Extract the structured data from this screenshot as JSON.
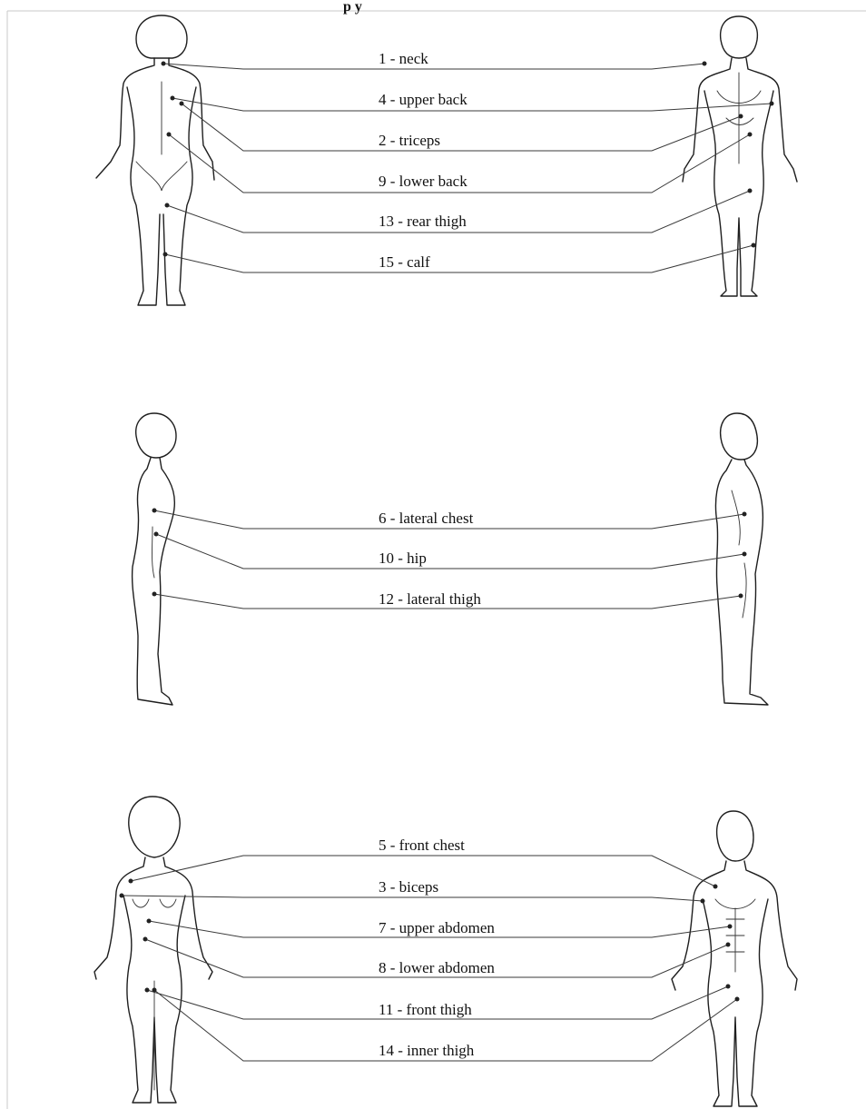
{
  "header": {
    "visible_text": "p           y"
  },
  "sections": [
    {
      "view": "back",
      "sites": [
        {
          "label": "1 - neck"
        },
        {
          "label": "4 - upper back"
        },
        {
          "label": "2 - triceps"
        },
        {
          "label": "9 - lower back"
        },
        {
          "label": "13 - rear thigh"
        },
        {
          "label": "15 - calf"
        }
      ]
    },
    {
      "view": "side",
      "sites": [
        {
          "label": "6 - lateral chest"
        },
        {
          "label": "10 - hip"
        },
        {
          "label": "12 - lateral thigh"
        }
      ]
    },
    {
      "view": "front",
      "sites": [
        {
          "label": "5 - front chest"
        },
        {
          "label": "3 - biceps"
        },
        {
          "label": "7 - upper abdomen"
        },
        {
          "label": "8 - lower abdomen"
        },
        {
          "label": "11 - front thigh"
        },
        {
          "label": "14 - inner thigh"
        }
      ]
    }
  ],
  "colors": {
    "line": "#3a3a3a",
    "figure_stroke": "#1e1e1e",
    "frame": "#c8c8c8"
  }
}
